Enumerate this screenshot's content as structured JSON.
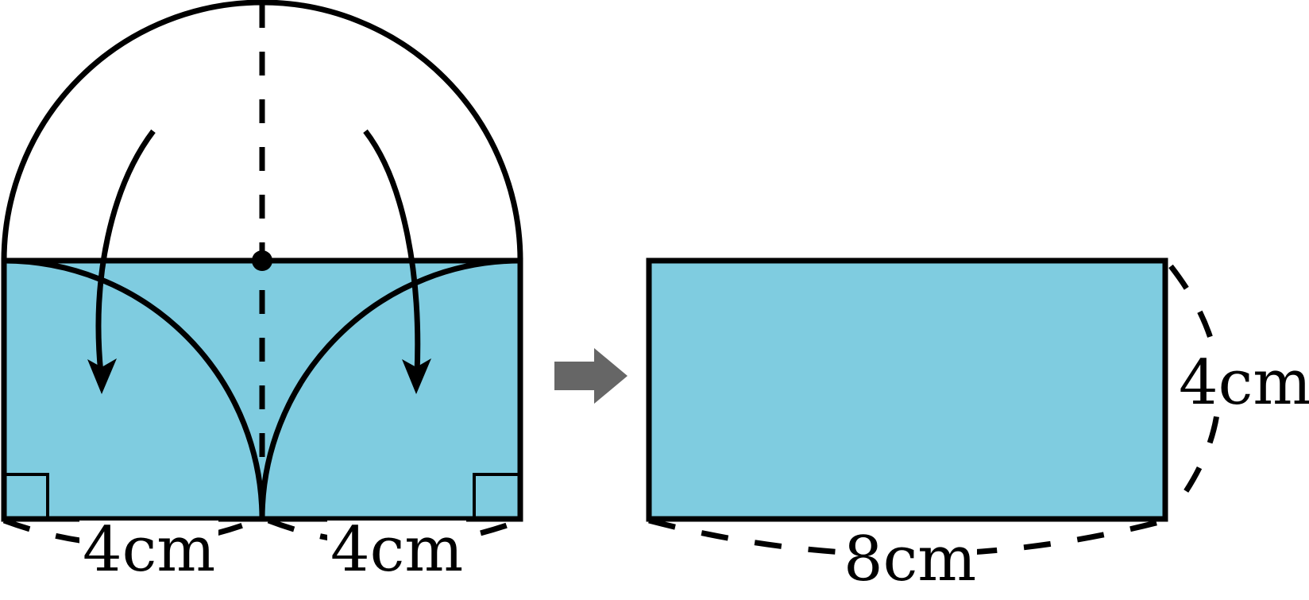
{
  "colors": {
    "fill": "#7fcce0",
    "stroke": "#000000",
    "arrow": "#666666",
    "background": "#ffffff"
  },
  "labels": {
    "left_base_left": "4cm",
    "left_base_right": "4cm",
    "right_width": "8cm",
    "right_height": "4cm"
  },
  "icons": {
    "transform_arrow": "right-arrow-icon"
  }
}
